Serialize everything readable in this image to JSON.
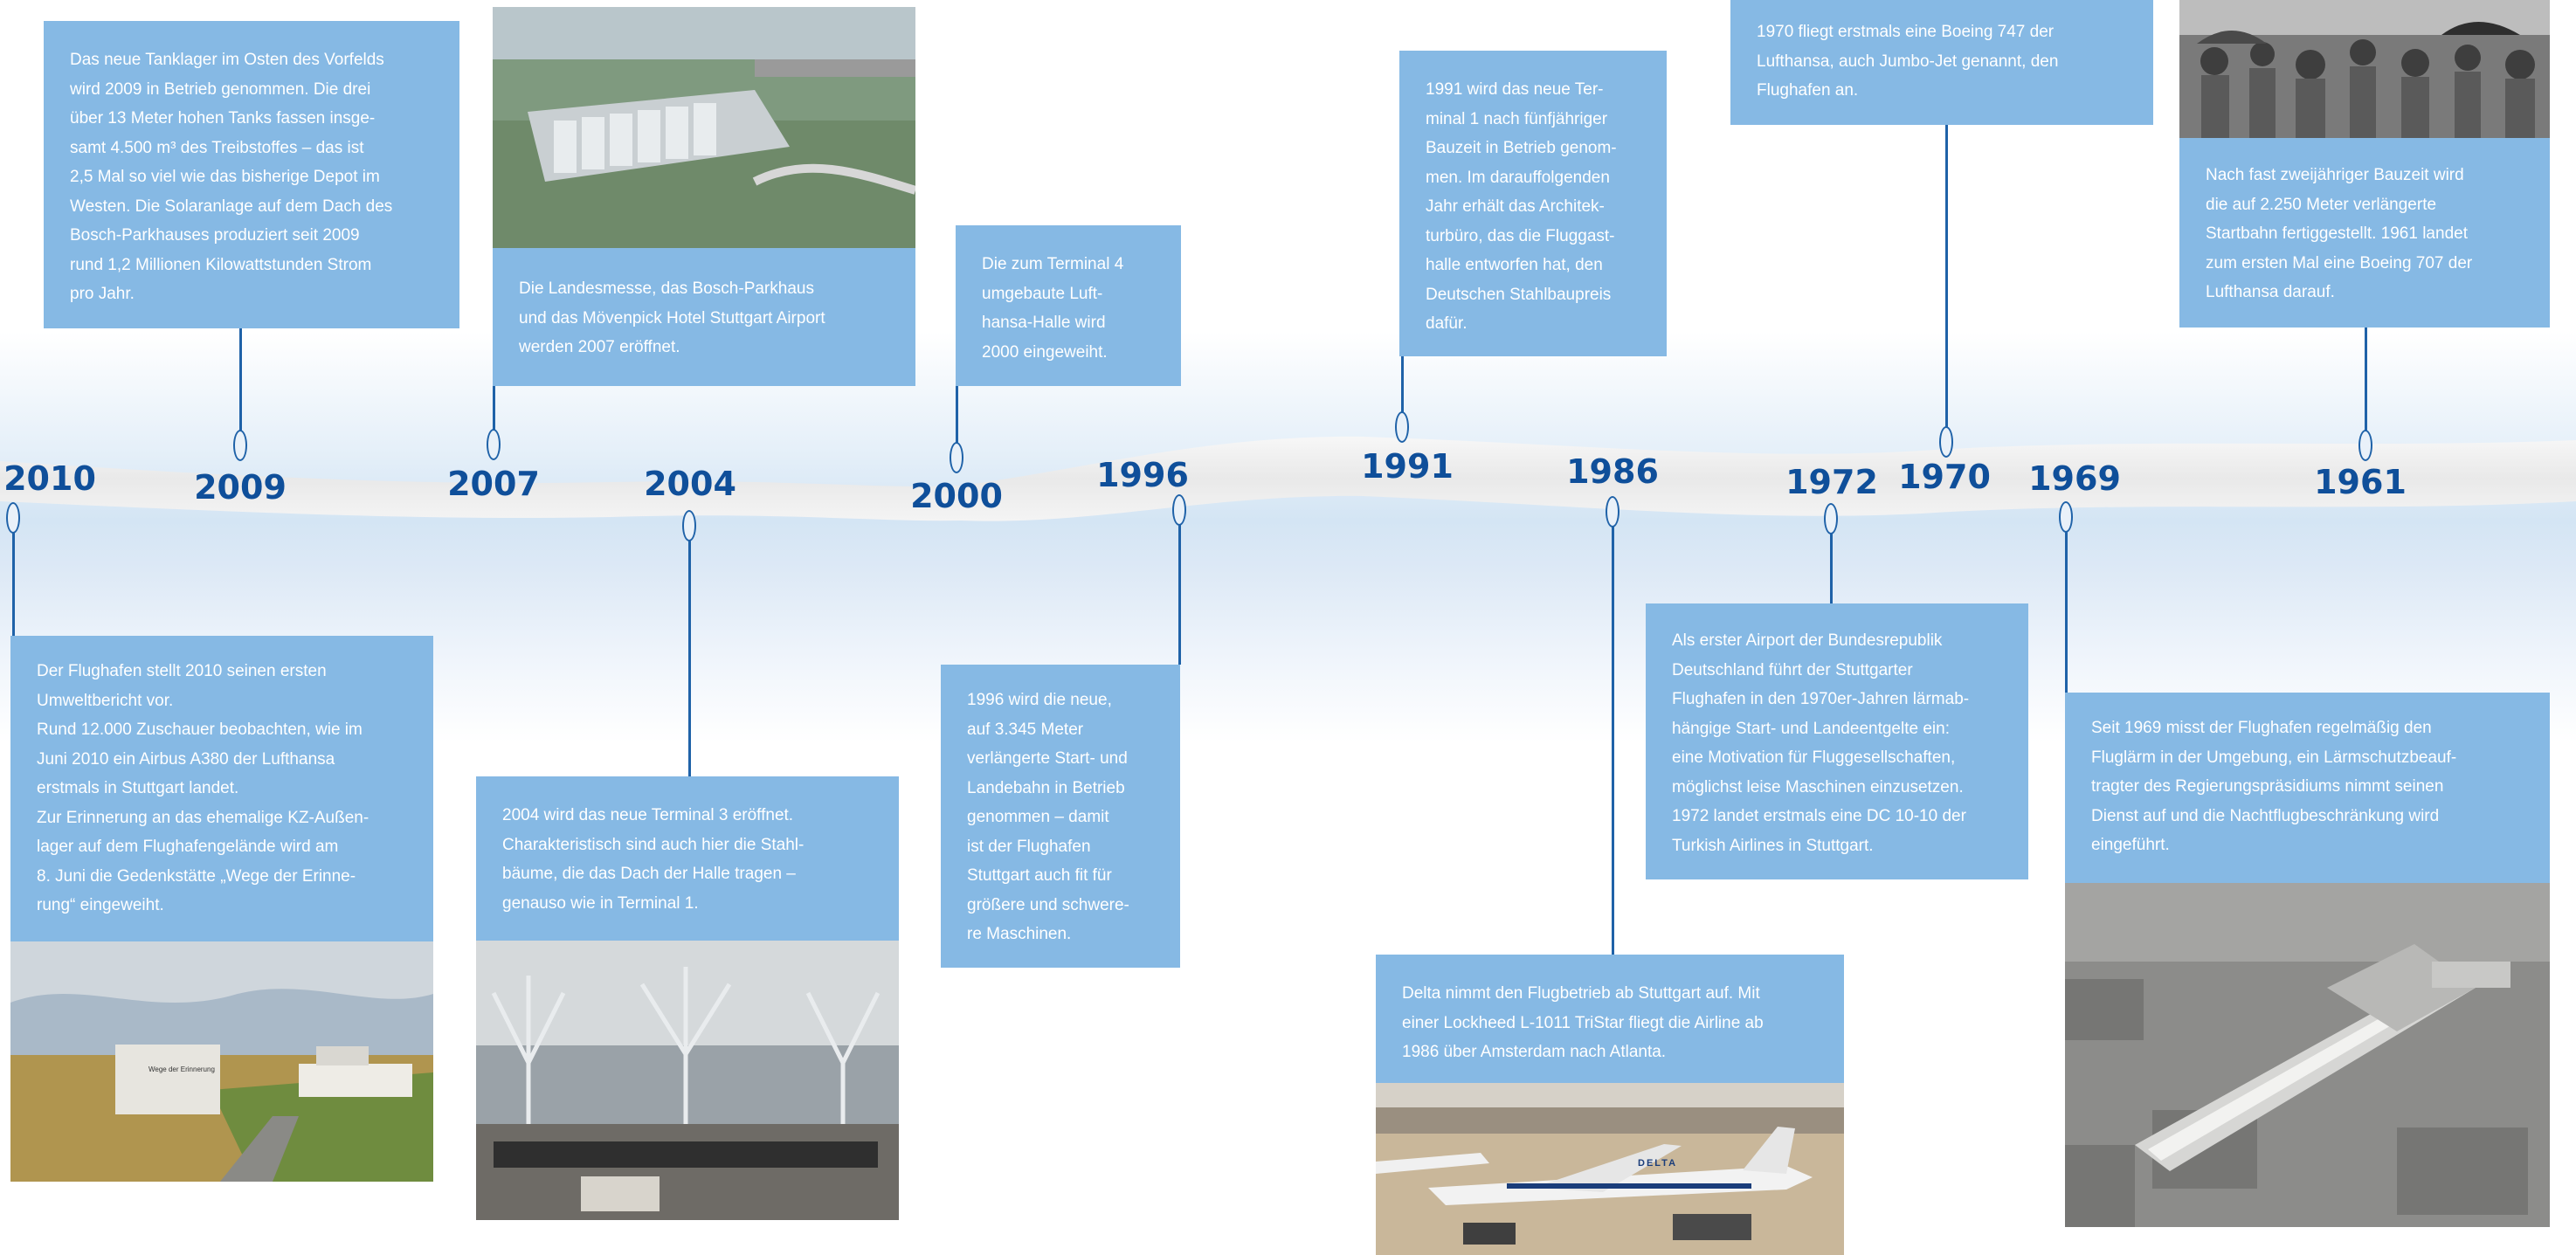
{
  "years": {
    "y2010": "2010",
    "y2009": "2009",
    "y2007": "2007",
    "y2004": "2004",
    "y2000": "2000",
    "y1996": "1996",
    "y1991": "1991",
    "y1986": "1986",
    "y1972": "1972",
    "y1970": "1970",
    "y1969": "1969",
    "y1961": "1961"
  },
  "events": {
    "e2009": "Das neue Tanklager im Osten des Vorfelds\nwird 2009 in Betrieb genommen. Die drei\nüber 13 Meter hohen Tanks fassen insge-\nsamt 4.500 m³ des Treibstoffes – das ist\n2,5 Mal so viel wie das bisherige Depot im\nWesten. Die Solaranlage auf dem Dach des\nBosch-Parkhauses produziert seit 2009\nrund 1,2 Millionen Kilowattstunden Strom\npro Jahr.",
    "e2007": "Die Landesmesse, das Bosch-Parkhaus\nund das Mövenpick Hotel Stuttgart Airport\nwerden 2007 eröffnet.",
    "e2000": "Die zum Terminal 4\numgebaute Luft-\nhansa-Halle wird\n2000 eingeweiht.",
    "e1991": "1991 wird das neue Ter-\nminal 1 nach fünfjähriger\nBauzeit in Betrieb genom-\nmen. Im darauffolgenden\nJahr erhält das Architek-\nturbüro, das die Fluggast-\nhalle entworfen hat, den\nDeutschen Stahlbaupreis\ndafür.",
    "e1970": "1970 fliegt erstmals eine Boeing 747 der\nLufthansa, auch Jumbo-Jet genannt, den\nFlughafen an.",
    "e1961": "Nach fast zweijähriger Bauzeit wird\ndie auf 2.250 Meter verlängerte\nStartbahn fertiggestellt. 1961 landet\nzum ersten Mal eine Boeing 707 der\nLufthansa darauf.",
    "e2010": "Der Flughafen stellt 2010 seinen ersten\nUmweltbericht vor.\nRund 12.000 Zuschauer beobachten, wie im\nJuni 2010 ein Airbus A380 der Lufthansa\nerstmals in Stuttgart landet.\nZur Erinnerung an das ehemalige KZ-Außen-\nlager auf dem Flughafengelände wird am\n 8. Juni die Gedenkstätte „Wege der Erinne-\nrung“ eingeweiht.",
    "e2004": "2004 wird das neue Terminal 3 eröffnet.\nCharakteristisch sind auch hier die Stahl-\nbäume, die das Dach der Halle tragen –\ngenauso wie in Terminal 1.",
    "e1996": "1996 wird die neue,\nauf 3.345 Meter\nverlängerte Start- und\nLandebahn in Betrieb\ngenommen – damit\nist der Flughafen\nStuttgart auch fit für\ngrößere und schwere-\nre Maschinen.",
    "e1986": "Delta nimmt den Flugbetrieb ab Stuttgart auf. Mit\neiner Lockheed L-1011 TriStar fliegt die Airline ab\n1986 über Amsterdam nach Atlanta.",
    "e1972": "Als erster Airport der Bundesrepublik\nDeutschland führt der Stuttgarter\nFlughafen in den 1970er-Jahren lärmab-\nhängige Start- und Landeentgelte ein:\neine Motivation für Fluggesellschaften,\nmöglichst leise Maschinen einzusetzen.\n1972 landet erstmals eine DC 10-10 der\nTurkish Airlines in Stuttgart.",
    "e1969": "Seit 1969 misst der Flughafen regelmäßig den\nFluglärm in der Umgebung, ein Lärmschutzbeauf-\ntragter des Regierungspräsidiums nimmt seinen\nDienst auf und die Nachtflugbeschränkung wird\neingeführt."
  },
  "photos": {
    "memorial_sign": "Wege der Erinnerung",
    "plane_livery": "DELTA"
  },
  "colors": {
    "box": "#86b9e4",
    "year_text": "#0f4f9a",
    "connector": "#1f62a8"
  }
}
